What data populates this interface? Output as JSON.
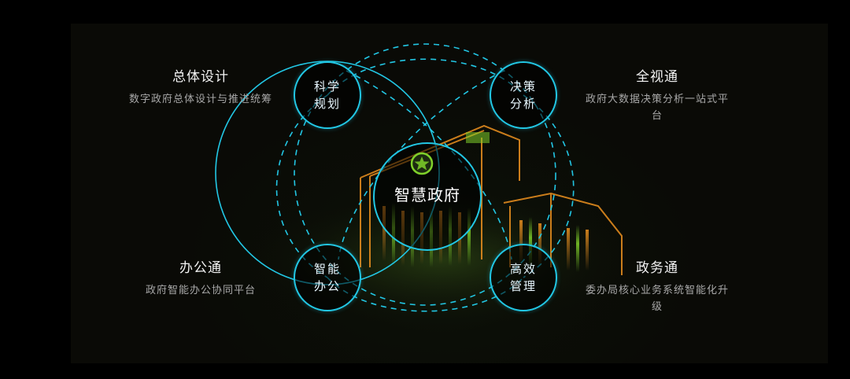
{
  "center": {
    "label": "智慧政府"
  },
  "nodes": {
    "top_left": {
      "line1": "科学",
      "line2": "规划"
    },
    "top_right": {
      "line1": "决策",
      "line2": "分析"
    },
    "bottom_left": {
      "line1": "智能",
      "line2": "办公"
    },
    "bottom_right": {
      "line1": "高效",
      "line2": "管理"
    }
  },
  "features": {
    "top_left": {
      "title": "总体设计",
      "desc": "数字政府总体设计与推进统筹"
    },
    "top_right": {
      "title": "全视通",
      "desc": "政府大数据决策分析一站式平台"
    },
    "bottom_left": {
      "title": "办公通",
      "desc": "政府智能办公协同平台"
    },
    "bottom_right": {
      "title": "政务通",
      "desc": "委办局核心业务系统智能化升级"
    }
  },
  "colors": {
    "accent_cyan": "#22c7e4",
    "building_orange": "#e08a1e",
    "glow_green": "#7fd02a",
    "background": "#000000",
    "panel": "#0a0a06"
  },
  "icons": {
    "emblem": "star-emblem-icon"
  }
}
